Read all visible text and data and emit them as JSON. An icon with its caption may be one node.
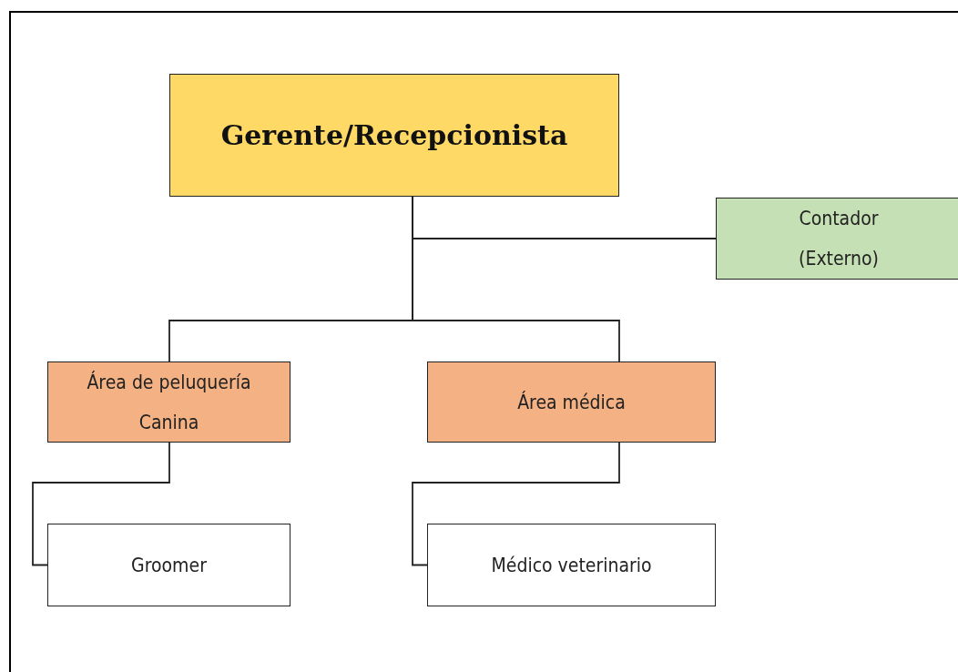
{
  "diagram": {
    "nodes": [
      {
        "text": [
          "Gerente/Recepcionista"
        ]
      },
      {
        "text": [
          "Contador (Externo)"
        ]
      },
      {
        "text": [
          "Área de peluquería Canina"
        ]
      },
      {
        "text": [
          "Área médica"
        ]
      },
      {
        "text": [
          "Groomer"
        ]
      },
      {
        "text": [
          "Médico veterinario"
        ]
      }
    ],
    "edges": [
      {
        "from": 0,
        "to": 1,
        "arrow": "none"
      },
      {
        "from": 0,
        "to": 2,
        "arrow": "none"
      },
      {
        "from": 0,
        "to": 3,
        "arrow": "none"
      },
      {
        "from": 2,
        "to": 4,
        "arrow": "none"
      },
      {
        "from": 3,
        "to": 5,
        "arrow": "none"
      }
    ]
  }
}
